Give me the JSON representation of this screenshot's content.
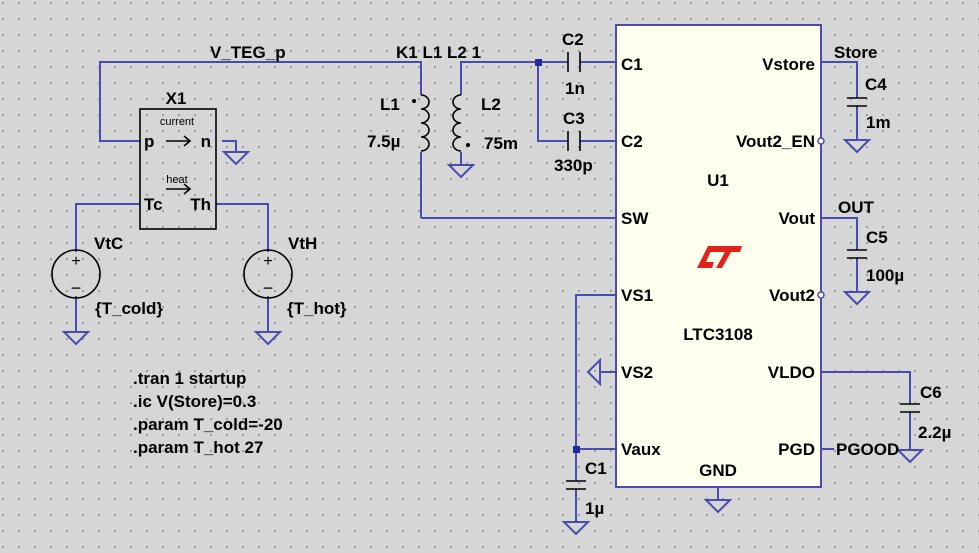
{
  "nets": {
    "v_teg_p": "V_TEG_p",
    "store": "Store",
    "out": "OUT",
    "pgood": "PGOOD"
  },
  "coupling": "K1 L1 L2 1",
  "teg": {
    "name": "X1",
    "pin_p": "p",
    "pin_n": "n",
    "pin_tc": "Tc",
    "pin_th": "Th",
    "current_label": "current",
    "heat_label": "heat"
  },
  "inductors": {
    "l1_name": "L1",
    "l1_value": "7.5µ",
    "l2_name": "L2",
    "l2_value": "75m"
  },
  "sources": {
    "vtc_name": "VtC",
    "vtc_value": "{T_cold}",
    "vth_name": "VtH",
    "vth_value": "{T_hot}"
  },
  "capacitors": {
    "c2_name": "C2",
    "c2_value": "1n",
    "c3_name": "C3",
    "c3_value": "330p",
    "c4_name": "C4",
    "c4_value": "1m",
    "c5_name": "C5",
    "c5_value": "100µ",
    "c6_name": "C6",
    "c6_value": "2.2µ",
    "c1_name": "C1",
    "c1_value": "1µ"
  },
  "ic": {
    "ref": "U1",
    "part": "LTC3108",
    "logo": "LT",
    "pins_left": [
      "C1",
      "C2",
      "SW",
      "VS1",
      "VS2",
      "Vaux"
    ],
    "pins_right": [
      "Vstore",
      "Vout2_EN",
      "Vout",
      "Vout2",
      "VLDO",
      "PGD"
    ],
    "pin_bottom": "GND"
  },
  "directives": [
    ".tran 1 startup",
    ".ic V(Store)=0.3",
    ".param T_cold=-20",
    ".param T_hot 27"
  ],
  "colors": {
    "background": "#d6d6d6",
    "wire": "#4a4ab0",
    "component": "#000000",
    "chip_fill": "#fffff0",
    "logo": "#e0221b"
  }
}
